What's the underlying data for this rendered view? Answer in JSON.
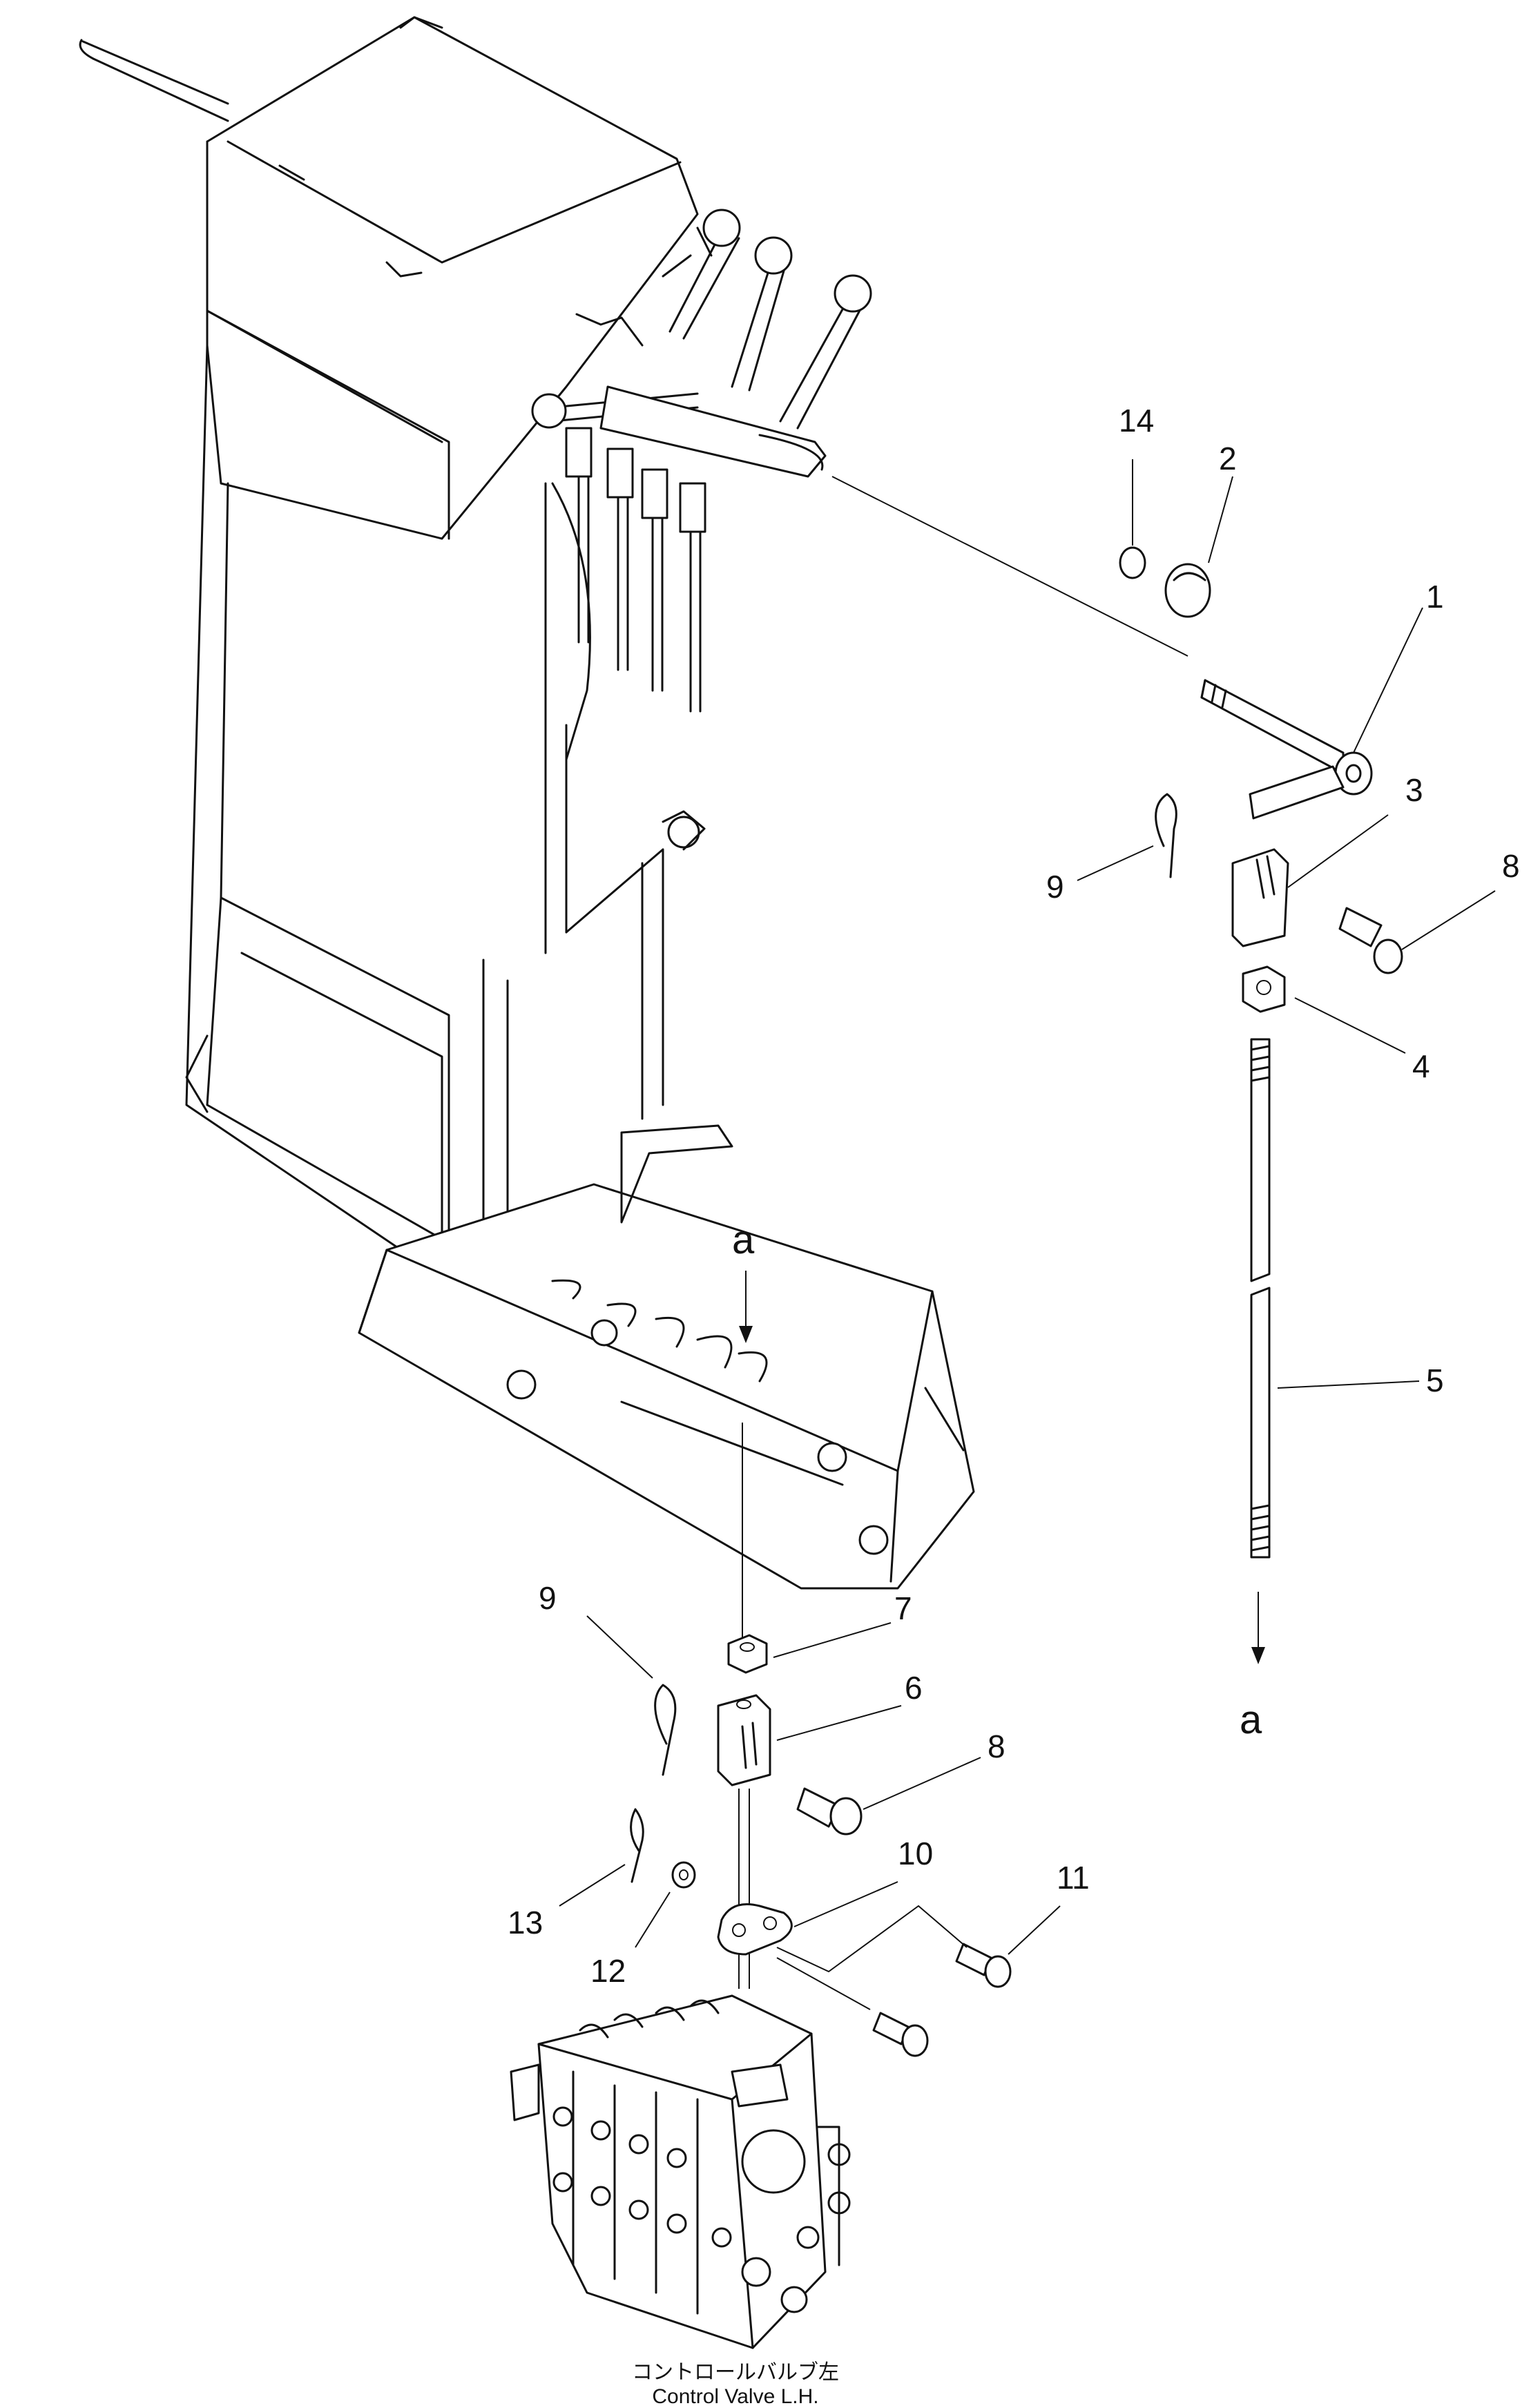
{
  "callouts": {
    "c1": "1",
    "c2": "2",
    "c3": "3",
    "c4": "4",
    "c5": "5",
    "c6": "6",
    "c7": "7",
    "c8a": "8",
    "c8b": "8",
    "c9a": "9",
    "c9b": "9",
    "c10": "10",
    "c11": "11",
    "c12": "12",
    "c13": "13",
    "c14": "14"
  },
  "reference_marks": {
    "upper": "a",
    "lower": "a"
  },
  "caption": {
    "japanese": "コントロールバルブ左",
    "english": "Control Valve L.H."
  }
}
